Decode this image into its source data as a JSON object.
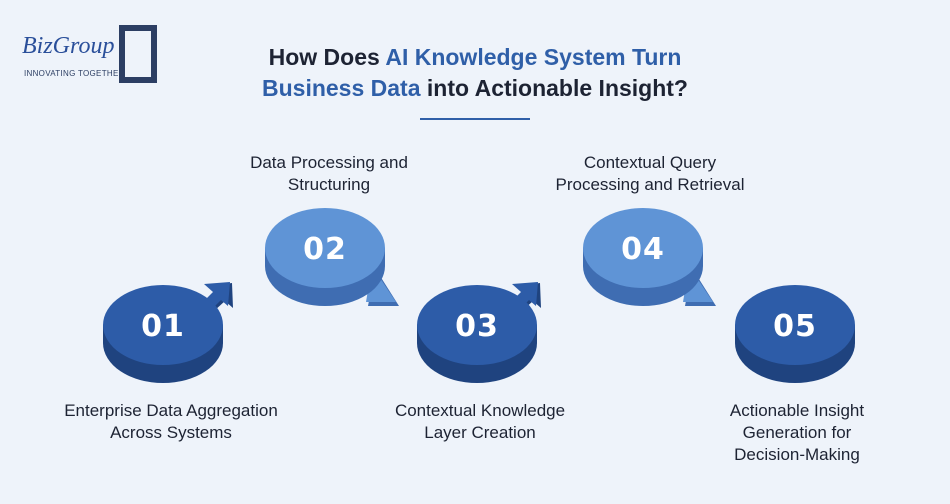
{
  "brand": {
    "name": "BizGroup",
    "tagline": "INNOVATING TOGETHER"
  },
  "title": {
    "part1": "How Does ",
    "highlight1": "AI Knowledge System Turn",
    "highlight2": "Business Data",
    "part2": " into Actionable Insight?"
  },
  "steps": [
    {
      "number": "01",
      "label_line1": "Enterprise Data Aggregation",
      "label_line2": "Across Systems",
      "label_line3": ""
    },
    {
      "number": "02",
      "label_line1": "Data Processing and",
      "label_line2": "Structuring",
      "label_line3": ""
    },
    {
      "number": "03",
      "label_line1": "Contextual Knowledge",
      "label_line2": "Layer Creation",
      "label_line3": ""
    },
    {
      "number": "04",
      "label_line1": "Contextual Query",
      "label_line2": "Processing and Retrieval",
      "label_line3": ""
    },
    {
      "number": "05",
      "label_line1": "Actionable Insight",
      "label_line2": "Generation for",
      "label_line3": "Decision-Making"
    }
  ],
  "colors": {
    "dark_disc": "#2d5ca8",
    "dark_side": "#1f437f",
    "light_disc": "#5f94d6",
    "light_side": "#3f6db2",
    "accent": "#2f5fa8"
  }
}
